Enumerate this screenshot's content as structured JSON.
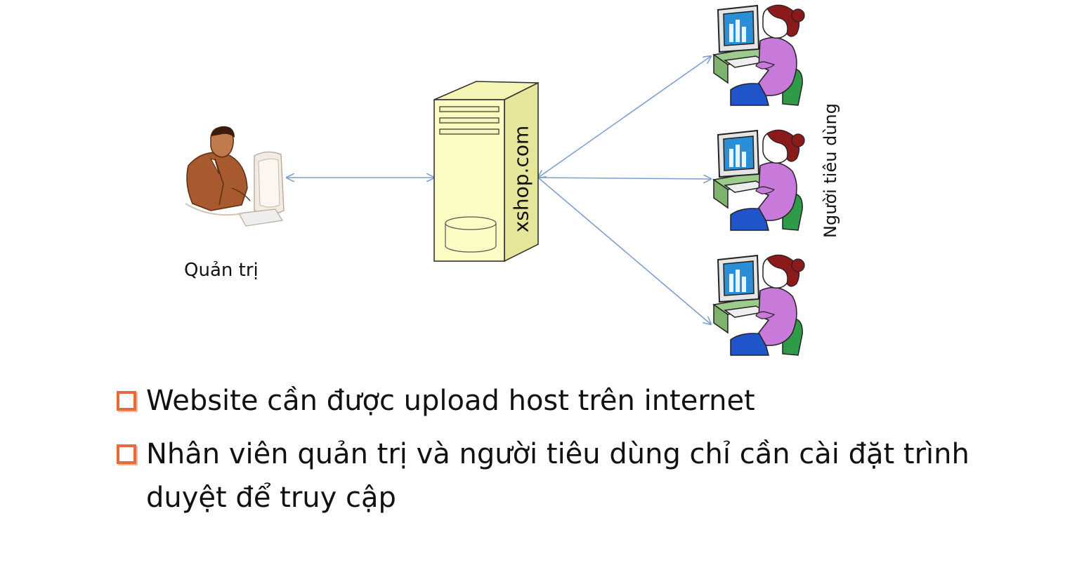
{
  "diagram": {
    "admin_label": "Quản trị",
    "server_label": "xshop.com",
    "consumers_label": "Người tiêu dùng"
  },
  "bullets": [
    "Website cần được upload host trên internet",
    "Nhân viên quản trị và người tiêu dùng chỉ cần cài đặt trình duyệt để truy cập"
  ],
  "colors": {
    "arrow": "#7f9fcf",
    "server_face": "#fbfbc4",
    "server_side": "#e6e69a",
    "bullet_accent": "#e86a3a",
    "consumer_shirt": "#c77ad9",
    "consumer_hair": "#8b1a1a",
    "monitor_screen": "#2a8fd6",
    "desk": "#9ccc8c",
    "chair": "#2f9a47",
    "admin_suit": "#a65a2e"
  },
  "icons": [
    "admin-person-icon",
    "server-tower-icon",
    "consumer-at-computer-icon",
    "checkbox-bullet-icon"
  ]
}
